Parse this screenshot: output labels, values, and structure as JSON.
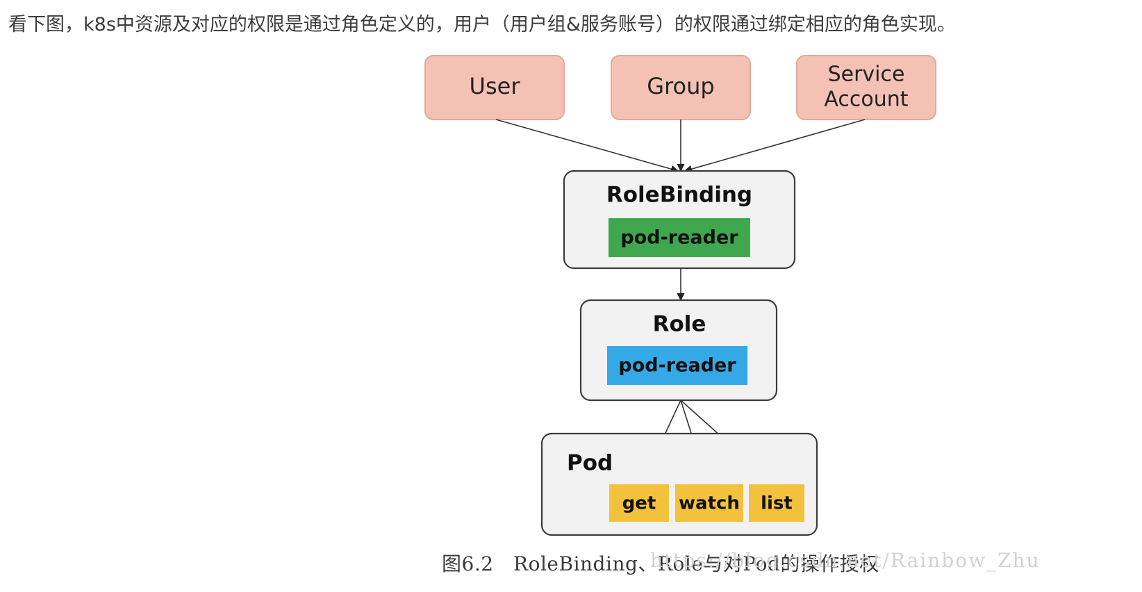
{
  "intro_text": "看下图，k8s中资源及对应的权限是通过角色定义的，用户（用户组&服务账号）的权限通过绑定相应的角色实现。",
  "diagram": {
    "subjects": [
      {
        "label_line1": "User",
        "label_line2": ""
      },
      {
        "label_line1": "Group",
        "label_line2": ""
      },
      {
        "label_line1": "Service",
        "label_line2": "Account"
      }
    ],
    "rolebinding": {
      "title": "RoleBinding",
      "tag": "pod-reader"
    },
    "role": {
      "title": "Role",
      "tag": "pod-reader"
    },
    "pod": {
      "title": "Pod",
      "verbs": [
        "get",
        "watch",
        "list"
      ]
    },
    "colors": {
      "subject_fill": "#f4c2b4",
      "subject_stroke": "#e5a898",
      "box_fill": "#f2f2f2",
      "box_stroke": "#3c3c3c",
      "rolebinding_tag": "#3fa84f",
      "role_tag": "#34a9e6",
      "verb_fill": "#f3c23c"
    }
  },
  "caption": {
    "text": "图6.2　RoleBinding、Role与对Pod的操作授权",
    "watermark": "https://blog.csdn.net/Rainbow_Zhu"
  }
}
